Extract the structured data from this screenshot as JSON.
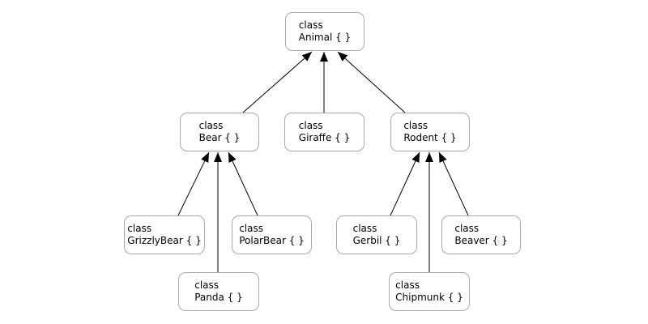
{
  "diagram": {
    "type": "class-inheritance",
    "background_color": "#ffffff",
    "box_border_color": "#a9a9a9",
    "box_fill_color": "#ffffff",
    "text_color": "#000000",
    "arrow_color": "#000000",
    "nodes": [
      {
        "id": "animal",
        "keyword": "class",
        "label": "Animal { }"
      },
      {
        "id": "bear",
        "keyword": "class",
        "label": "Bear { }"
      },
      {
        "id": "giraffe",
        "keyword": "class",
        "label": "Giraffe { }"
      },
      {
        "id": "rodent",
        "keyword": "class",
        "label": "Rodent { }"
      },
      {
        "id": "grizzlybear",
        "keyword": "class",
        "label": "GrizzlyBear { }"
      },
      {
        "id": "polarbear",
        "keyword": "class",
        "label": "PolarBear { }"
      },
      {
        "id": "gerbil",
        "keyword": "class",
        "label": "Gerbil { }"
      },
      {
        "id": "beaver",
        "keyword": "class",
        "label": "Beaver { }"
      },
      {
        "id": "panda",
        "keyword": "class",
        "label": "Panda { }"
      },
      {
        "id": "chipmunk",
        "keyword": "class",
        "label": "Chipmunk { }"
      }
    ],
    "edges": [
      {
        "from": "Bear",
        "to": "Animal"
      },
      {
        "from": "Giraffe",
        "to": "Animal"
      },
      {
        "from": "Rodent",
        "to": "Animal"
      },
      {
        "from": "GrizzlyBear",
        "to": "Bear"
      },
      {
        "from": "Panda",
        "to": "Bear"
      },
      {
        "from": "PolarBear",
        "to": "Bear"
      },
      {
        "from": "Gerbil",
        "to": "Rodent"
      },
      {
        "from": "Chipmunk",
        "to": "Rodent"
      },
      {
        "from": "Beaver",
        "to": "Rodent"
      }
    ]
  }
}
